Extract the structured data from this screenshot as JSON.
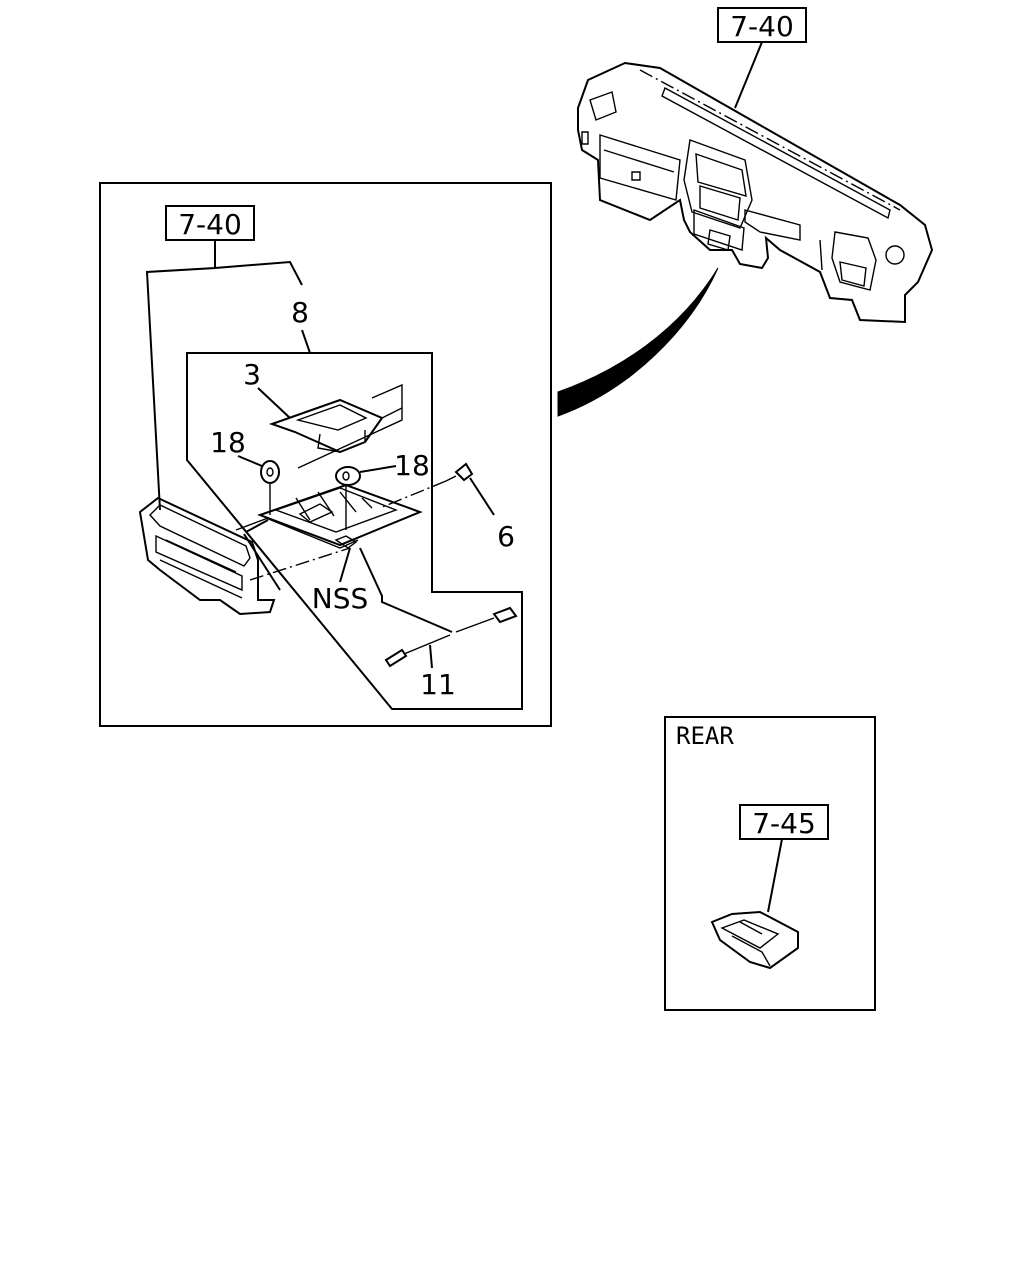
{
  "refs": {
    "top_ref": "7-40",
    "inset_ref": "7-40",
    "rear_ref": "7-45"
  },
  "callouts": {
    "c8": "8",
    "c3": "3",
    "c18a": "18",
    "c18b": "18",
    "c6": "6",
    "nss": "NSS",
    "c11": "11"
  },
  "rear_box": {
    "title": "REAR"
  }
}
